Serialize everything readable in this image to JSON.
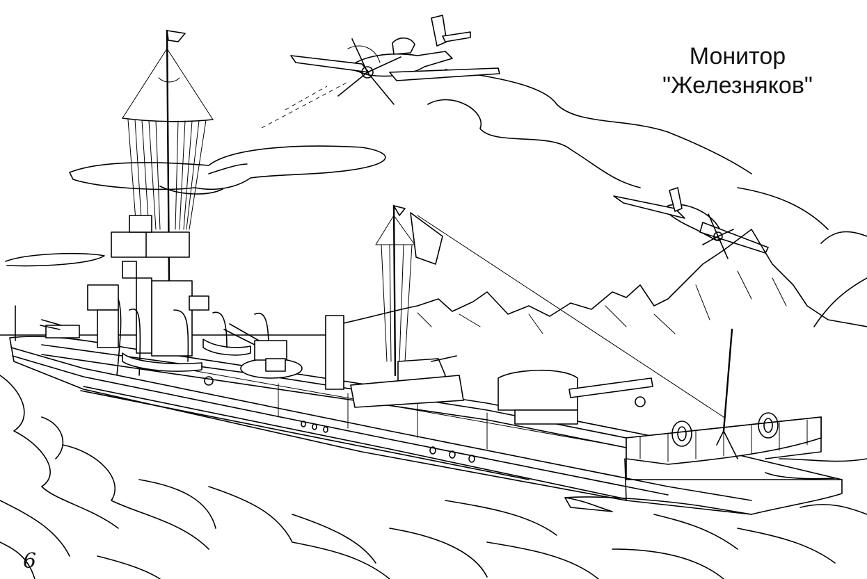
{
  "title": {
    "line1": "Монитор",
    "line2": "\"Железняков\""
  },
  "page_number": "6",
  "colors": {
    "ink": "#000000",
    "paper": "#ffffff"
  }
}
